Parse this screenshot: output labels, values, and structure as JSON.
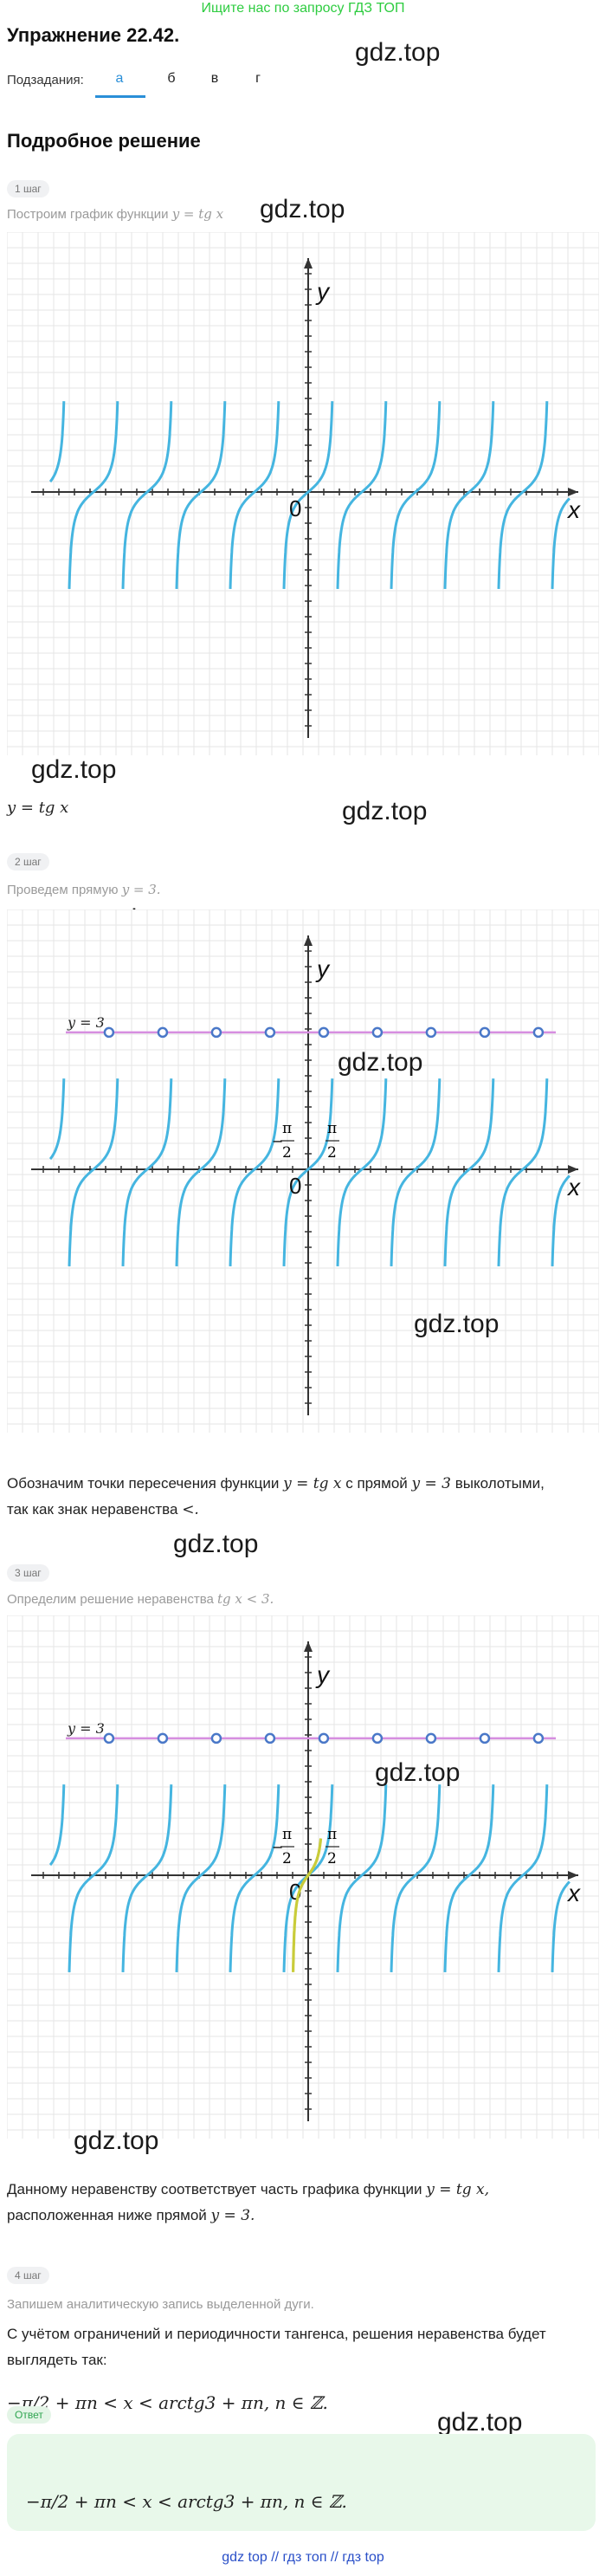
{
  "banner": "Ищите нас по запросу ГДЗ ТОП",
  "title": "Упражнение 22.42.",
  "subtasks": {
    "label": "Подзадания:",
    "items": [
      "а",
      "б",
      "в",
      "г"
    ],
    "active": 0
  },
  "section_title": "Подробное решение",
  "watermark": "gdz.top",
  "steps": [
    {
      "badge": "1 шаг",
      "text": "Построим график функции",
      "formula": "y = tg x"
    },
    {
      "badge": "2 шаг",
      "text": "Проведем прямую",
      "formula": "y = 3."
    },
    {
      "badge": "3 шаг",
      "text": "Определим решение неравенства",
      "formula": "tg x < 3."
    },
    {
      "badge": "4 шаг",
      "text": "Запишем аналитическую запись выделенной дуги."
    }
  ],
  "caption1": "y = tg x",
  "para2a": "Обозначим точки пересечения функции",
  "para2b": "с прямой",
  "para2c": "выколотыми,",
  "para2d": "так как знак неравенства",
  "para2_f1": "y = tg x",
  "para2_f2": "y = 3",
  "para2_f3": "<.",
  "para3a": "Данному неравенству соответствует часть графика функции",
  "para3_f1": "y = tg x,",
  "para3b": "расположенная ниже прямой",
  "para3_f2": "y = 3.",
  "para4": "С учётом ограничений и периодичности тангенса, решения неравенства будет выглядеть так:",
  "solution": "−π/2 + πn  <  x  <  arctg3 + πn,  n ∈ ℤ.",
  "answer_badge": "Ответ",
  "answer": "−π/2 + πn  <  x  <  arctg3 + πn,  n ∈ ℤ.",
  "graph_labels": {
    "x": "x",
    "y": "y",
    "origin": "0",
    "line": "y = 3",
    "pi": "π",
    "two": "2",
    "minus": "−"
  },
  "footer": "gdz top  //  гдз топ  //  гдз top",
  "colors": {
    "curve": "#45b5e0",
    "line": "#d68ee0",
    "highlight": "#c9cc3a",
    "accent": "#2a8fd8"
  }
}
